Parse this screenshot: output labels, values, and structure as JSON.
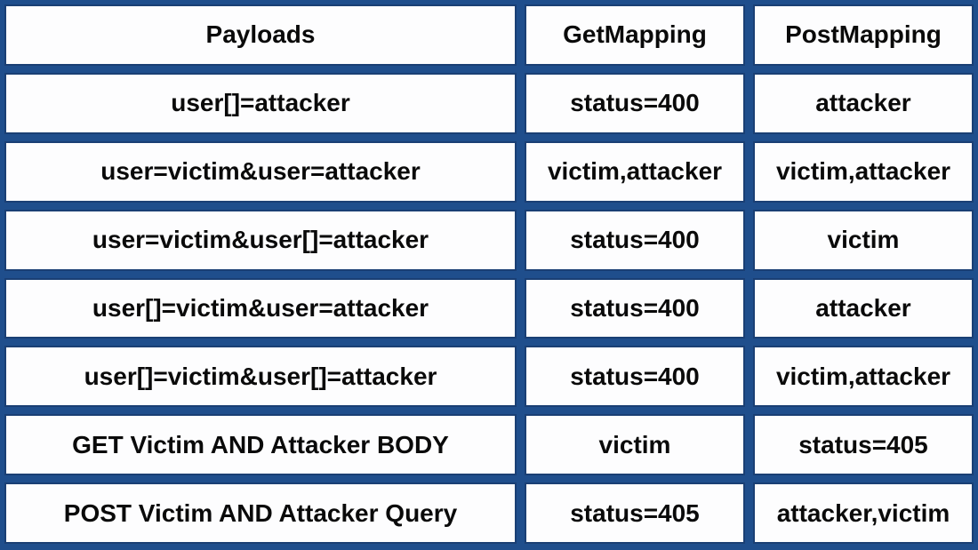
{
  "colors": {
    "background": "#1F4E8C",
    "cell_background": "#FDFDFE",
    "cell_border": "#1A3F74",
    "text": "#0A0A0A"
  },
  "chart_data": {
    "type": "table",
    "columns": [
      "Payloads",
      "GetMapping",
      "PostMapping"
    ],
    "rows": [
      [
        "user[]=attacker",
        "status=400",
        "attacker"
      ],
      [
        "user=victim&user=attacker",
        "victim,attacker",
        "victim,attacker"
      ],
      [
        "user=victim&user[]=attacker",
        "status=400",
        "victim"
      ],
      [
        "user[]=victim&user=attacker",
        "status=400",
        "attacker"
      ],
      [
        "user[]=victim&user[]=attacker",
        "status=400",
        "victim,attacker"
      ],
      [
        "GET Victim AND Attacker BODY",
        "victim",
        "status=405"
      ],
      [
        "POST Victim AND Attacker Query",
        "status=405",
        "attacker,victim"
      ]
    ]
  }
}
